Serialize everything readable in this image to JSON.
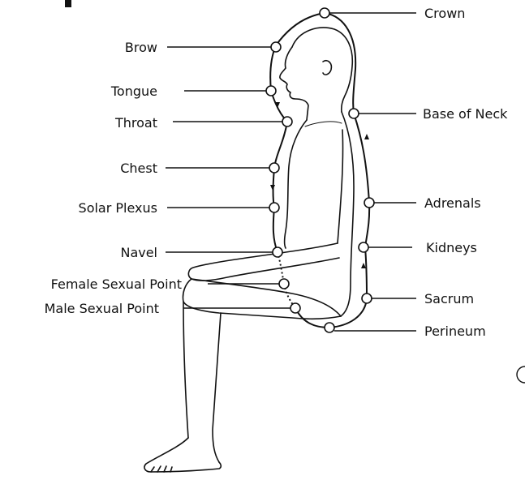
{
  "diagram": {
    "labels": {
      "crown": "Crown",
      "brow": "Brow",
      "tongue": "Tongue",
      "throat": "Throat",
      "base_of_neck": "Base of Neck",
      "chest": "Chest",
      "solar_plexus": "Solar Plexus",
      "adrenals": "Adrenals",
      "navel": "Navel",
      "kidneys": "Kidneys",
      "female_sexual_point": "Female Sexual Point",
      "male_sexual_point": "Male Sexual Point",
      "sacrum": "Sacrum",
      "perineum": "Perineum"
    },
    "colors": {
      "line": "#111111",
      "marker_fill": "#ffffff",
      "background": "#ffffff"
    }
  }
}
